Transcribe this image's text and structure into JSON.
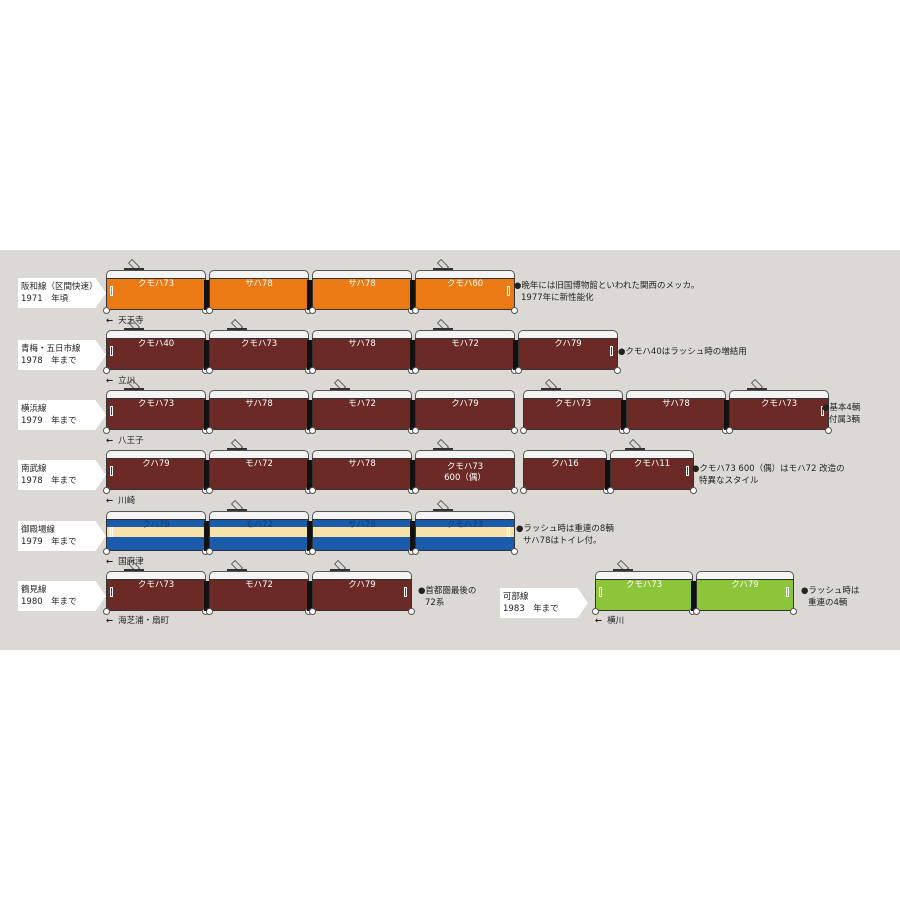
{
  "colors": {
    "background": "#dcd9d5",
    "orange": "#ec7a14",
    "maroon": "#6b2a26",
    "yellow_green": "#8cc43a",
    "blue": "#1a5bab",
    "cream": "#f7e3a8"
  },
  "trains": [
    {
      "line": "阪和線（区間快速）",
      "period": "1971　年頃",
      "destination": "天王寺",
      "note": [
        "●晩年には旧国博物館といわれた関西のメッカ。",
        "1977年に新性能化"
      ],
      "livery": "orange",
      "cars": [
        "クモハ73",
        "サハ78",
        "サハ78",
        "クモハ60"
      ]
    },
    {
      "line": "青梅・五日市線",
      "period": "1978　年まで",
      "destination": "立川",
      "note": [
        "●クモハ40はラッシュ時の増結用"
      ],
      "livery": "maroon",
      "cars": [
        "クモハ40",
        "クモハ73",
        "サハ78",
        "モハ72",
        "クハ79"
      ]
    },
    {
      "line": "横浜線",
      "period": "1979　年まで",
      "destination": "八王子",
      "note": [
        "●基本4輌",
        "付属3輌"
      ],
      "livery": "maroon",
      "cars": [
        "クモハ73",
        "サハ78",
        "モハ72",
        "クハ79",
        "クモハ73",
        "サハ78",
        "クモハ73"
      ]
    },
    {
      "line": "南武線",
      "period": "1978　年まで",
      "destination": "川崎",
      "note": [
        "●クモハ73 600（偶）はモハ72 改造の",
        "特異なスタイル"
      ],
      "livery": "maroon",
      "cars": [
        "クハ79",
        "モハ72",
        "サハ78",
        "クモハ73\n600（偶）",
        "クハ16",
        "クモハ11"
      ]
    },
    {
      "line": "御殿場線",
      "period": "1979　年まで",
      "destination": "国府津",
      "note": [
        "●ラッシュ時は重連の8輌",
        "サハ78はトイレ付。"
      ],
      "livery": "blue",
      "cars": [
        "クハ79",
        "モハ72",
        "サハ78",
        "クモハ73"
      ]
    },
    {
      "line": "鶴見線",
      "period": "1980　年まで",
      "destination": "海芝浦・扇町",
      "note": [
        "●首都圏最後の",
        "72系"
      ],
      "livery": "maroon",
      "cars": [
        "クモハ73",
        "モハ72",
        "クハ79"
      ]
    },
    {
      "line": "可部線",
      "period": "1983　年まで",
      "destination": "横川",
      "note": [
        "●ラッシュ時は",
        "重連の4輌"
      ],
      "livery": "yellow_green",
      "cars": [
        "クモハ73",
        "クハ79"
      ]
    }
  ]
}
